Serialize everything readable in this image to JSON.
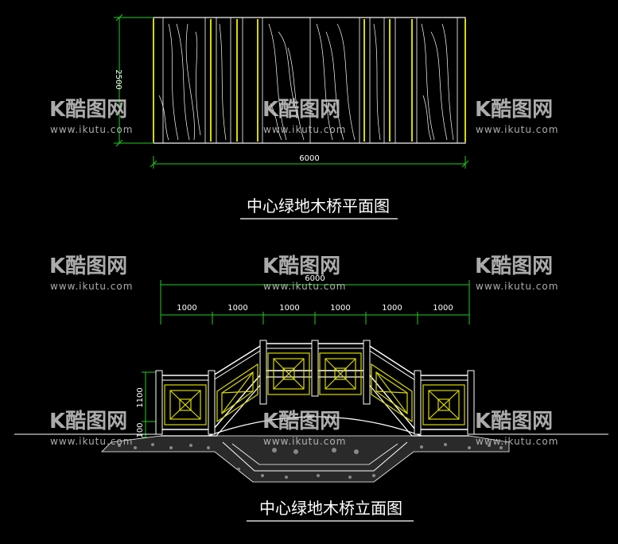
{
  "plan": {
    "title": "中心绿地木桥平面图",
    "dim_width": "6000",
    "dim_height": "2500"
  },
  "elevation": {
    "title": "中心绿地木桥立面图",
    "dim_total": "6000",
    "dim_segments": [
      "1000",
      "1000",
      "1000",
      "1000",
      "1000",
      "1000"
    ],
    "dim_rail_height": "1100",
    "dim_base": "100"
  },
  "watermark": {
    "logo": "K酷图网",
    "url": "www.ikutu.com"
  },
  "colors": {
    "background": "#000000",
    "dimension": "#22cc22",
    "rail_fill": "#d8d800",
    "line": "#ffffff"
  }
}
